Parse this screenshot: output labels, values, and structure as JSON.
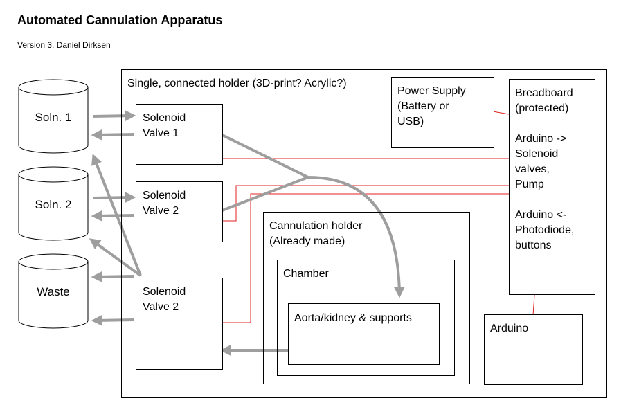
{
  "title": "Automated Cannulation Apparatus",
  "subtitle": "Version 3, Daniel Dirksen",
  "holder_label": "Single, connected holder (3D-print? Acrylic?)",
  "valves": [
    {
      "label": "Solenoid\nValve 1"
    },
    {
      "label": "Solenoid\nValve 2"
    },
    {
      "label": "Solenoid\nValve 2"
    }
  ],
  "containers": [
    {
      "label": "Soln. 1"
    },
    {
      "label": "Soln. 2"
    },
    {
      "label": "Waste"
    }
  ],
  "power_supply": "Power Supply\n(Battery or\nUSB)",
  "breadboard": "Breadboard\n(protected)\n\nArduino ->\nSolenoid\nvalves,\nPump\n\nArduino <-\nPhotodiode,\nbuttons",
  "cannulation_holder": "Cannulation holder\n(Already made)",
  "chamber": "Chamber",
  "aorta": "Aorta/kidney & supports",
  "arduino": "Arduino",
  "colors": {
    "wire": "#e02020",
    "arrow": "#9e9e9e",
    "outline": "#000000"
  }
}
